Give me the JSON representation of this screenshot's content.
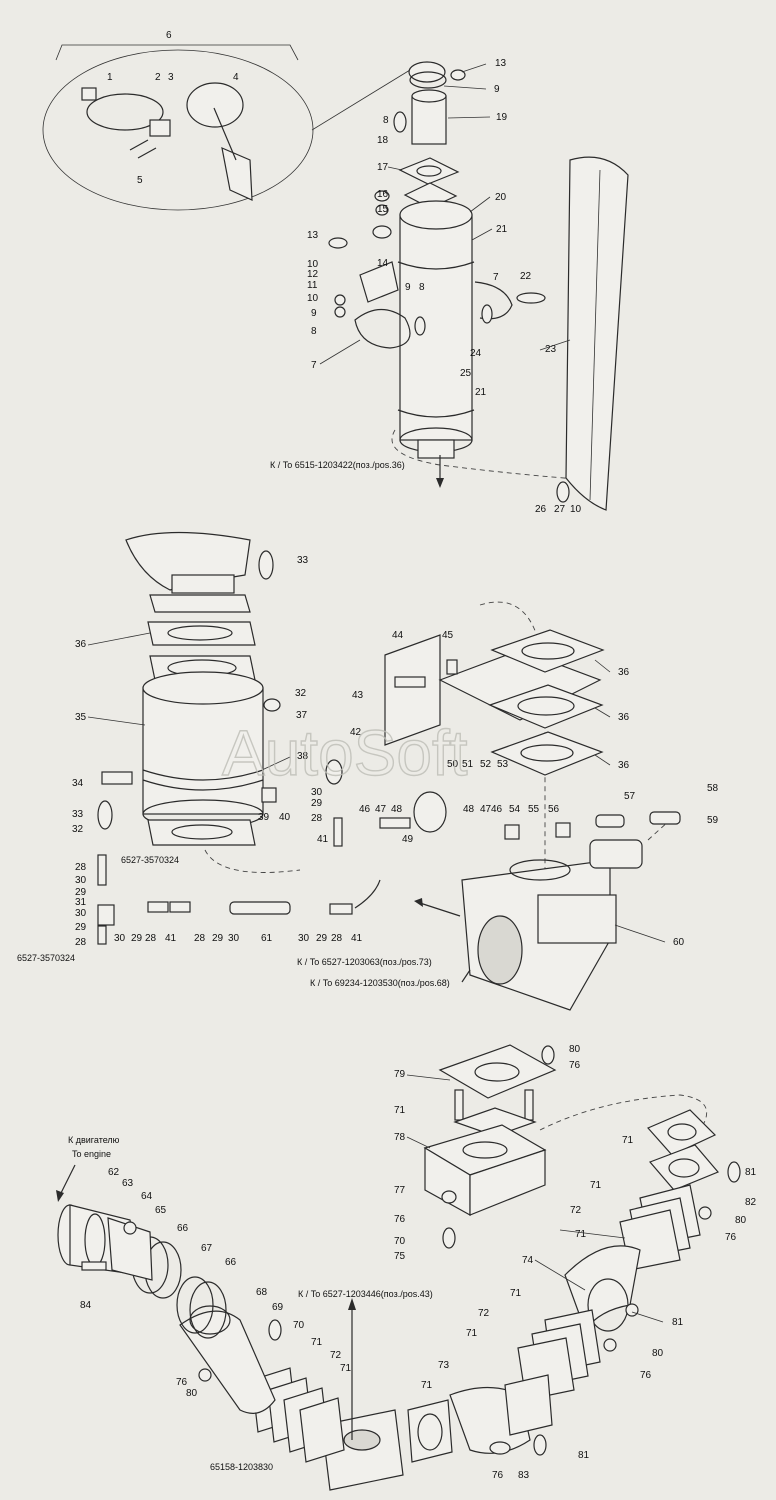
{
  "watermark": "AutoSoft",
  "callouts_top": [
    "6",
    "1",
    "2",
    "3",
    "4",
    "5",
    "13",
    "9",
    "8",
    "18",
    "19",
    "17",
    "16",
    "15",
    "20",
    "21",
    "13",
    "10",
    "14",
    "12",
    "11",
    "9",
    "8",
    "10",
    "9",
    "8",
    "7",
    "7",
    "22",
    "23",
    "24",
    "25",
    "21",
    "26",
    "27",
    "10"
  ],
  "ref_top": "К / To 6515-1203422(поз./pos.36)",
  "callouts_mid": [
    "33",
    "36",
    "36",
    "32",
    "37",
    "35",
    "38",
    "34",
    "33",
    "32",
    "39",
    "40",
    "42",
    "50",
    "51",
    "52",
    "53",
    "46",
    "47",
    "48",
    "30",
    "29",
    "28",
    "41",
    "49",
    "48",
    "47",
    "46",
    "54",
    "55",
    "56",
    "57",
    "58",
    "59",
    "44",
    "45",
    "43",
    "36",
    "36",
    "60",
    "28",
    "30",
    "29",
    "31",
    "30",
    "29",
    "28",
    "30",
    "29",
    "28",
    "41",
    "28",
    "29",
    "30",
    "61",
    "30",
    "29",
    "28",
    "41"
  ],
  "ref_6527_a": "6527-3570324",
  "ref_6527_b": "6527-3570324",
  "ref_mid_1": "К / To 6527-1203063(поз./pos.73)",
  "ref_mid_2": "К / To 69234-1203530(поз./pos.68)",
  "callouts_bot": [
    "80",
    "76",
    "79",
    "71",
    "78",
    "77",
    "76",
    "70",
    "75",
    "71",
    "81",
    "82",
    "80",
    "76",
    "71",
    "72",
    "71",
    "74",
    "81",
    "80",
    "76",
    "71",
    "72",
    "71",
    "73",
    "71",
    "76",
    "83",
    "81",
    "62",
    "63",
    "64",
    "65",
    "66",
    "67",
    "66",
    "84",
    "68",
    "69",
    "70",
    "71",
    "72",
    "71",
    "76",
    "80"
  ],
  "to_engine_ru": "К двигателю",
  "to_engine_en": "To engine",
  "ref_bot": "К / To 6527-1203446(поз./pos.43)",
  "ref_65158": "65158-1203830"
}
